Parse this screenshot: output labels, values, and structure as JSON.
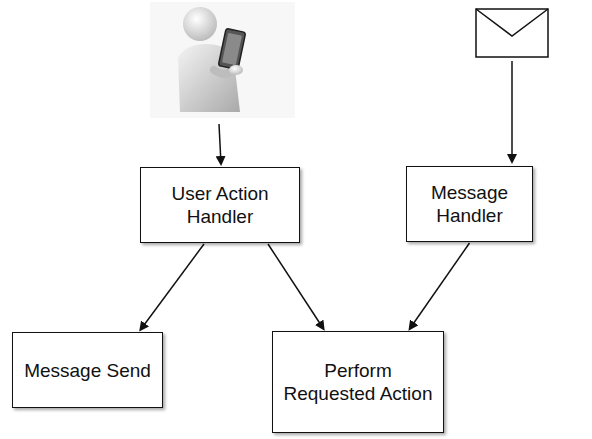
{
  "diagram": {
    "nodes": [
      {
        "text": [
          "User Action Handler"
        ]
      },
      {
        "text": [
          "Message Handler"
        ]
      },
      {
        "text": [
          "Message Send"
        ]
      },
      {
        "text": [
          "Perform Requested Action"
        ]
      }
    ],
    "edges": [
      {
        "from": 0,
        "to": 2,
        "arrow": "to"
      },
      {
        "from": 0,
        "to": 3,
        "arrow": "to"
      },
      {
        "from": 1,
        "to": 3,
        "arrow": "to"
      }
    ]
  }
}
